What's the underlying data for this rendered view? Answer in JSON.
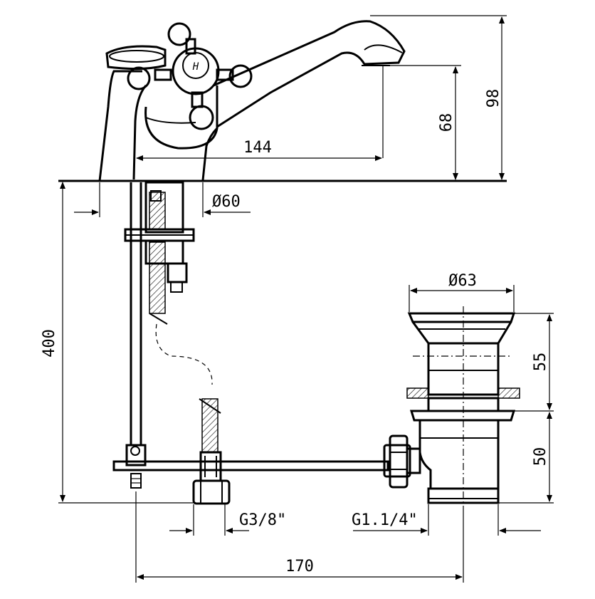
{
  "dimensions": {
    "spout_reach": "144",
    "spout_height": "68",
    "total_height": "98",
    "base_diameter": "Ø60",
    "under_length": "400",
    "waste_diameter": "Ø63",
    "waste_upper": "55",
    "waste_lower": "50",
    "supply_thread": "G3/8\"",
    "waste_thread": "G1.1/4\"",
    "horizontal_length": "170"
  },
  "labels": {
    "handle_mark": "H"
  },
  "colors": {
    "line": "#000000",
    "background": "#ffffff"
  }
}
